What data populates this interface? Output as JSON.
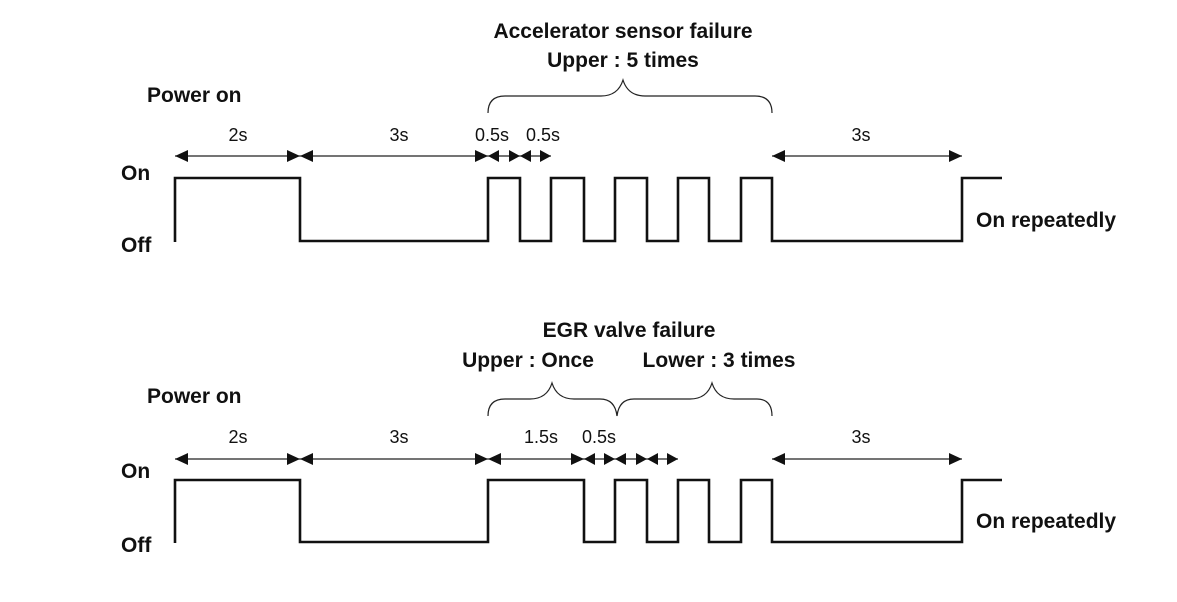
{
  "diagrams": [
    {
      "title_lines": [
        "Accelerator sensor failure",
        "Upper : 5 times"
      ],
      "power_on": "Power on",
      "on_label": "On",
      "off_label": "Off",
      "end_label": "On repeatedly",
      "durations": {
        "first": "2s",
        "second": "3s",
        "pulse_on": "0.5s",
        "pulse_off": "0.5s",
        "last": "3s"
      }
    },
    {
      "title": "EGR valve failure",
      "upper_label": "Upper : Once",
      "lower_label": "Lower : 3 times",
      "power_on": "Power on",
      "on_label": "On",
      "off_label": "Off",
      "end_label": "On repeatedly",
      "durations": {
        "first": "2s",
        "second": "3s",
        "long_on": "1.5s",
        "pulse": "0.5s",
        "last": "3s"
      }
    }
  ]
}
